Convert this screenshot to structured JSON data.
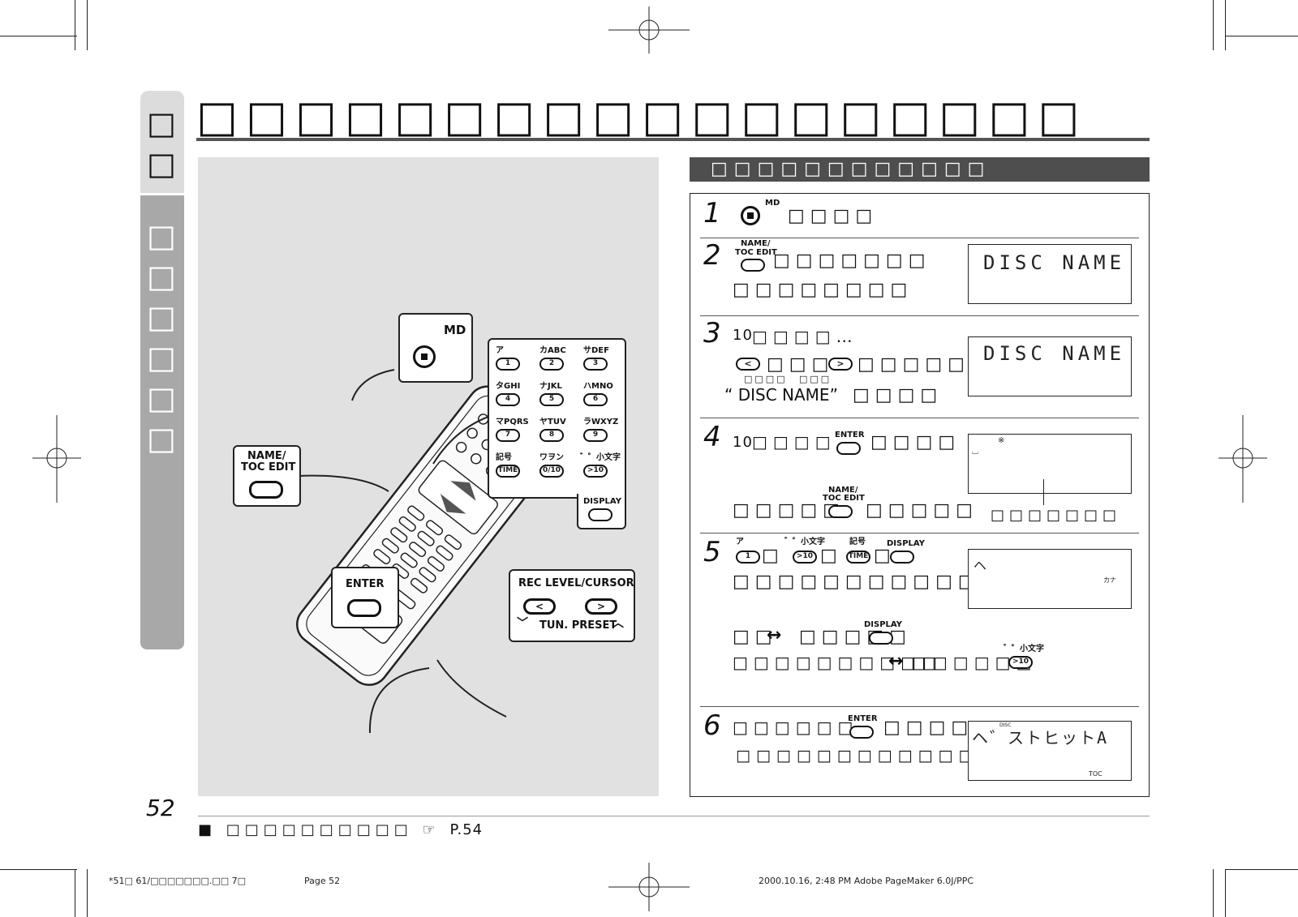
{
  "side_tab": {
    "top_text": "□□",
    "bottom_text": "□□□□□□"
  },
  "title": "□□□□□□□□□□□□□□□□□□",
  "section_heading": "□□□□□□□□□□□□",
  "remote": {
    "md_label": "MD",
    "name_toc_label_1": "NAME/",
    "name_toc_label_2": "TOC EDIT",
    "enter_label": "ENTER",
    "rec_level_label": "REC LEVEL/CURSOR",
    "tun_preset_label": "TUN. PRESET",
    "keypad": [
      {
        "kana": "ア",
        "letters": "",
        "key": "1"
      },
      {
        "kana": "カ",
        "letters": "ABC",
        "key": "2"
      },
      {
        "kana": "サ",
        "letters": "DEF",
        "key": "3"
      },
      {
        "kana": "タ",
        "letters": "GHI",
        "key": "4"
      },
      {
        "kana": "ナ",
        "letters": "JKL",
        "key": "5"
      },
      {
        "kana": "ハ",
        "letters": "MNO",
        "key": "6"
      },
      {
        "kana": "マ",
        "letters": "PQRS",
        "key": "7"
      },
      {
        "kana": "ヤ",
        "letters": "TUV",
        "key": "8"
      },
      {
        "kana": "ラ",
        "letters": "WXYZ",
        "key": "9"
      },
      {
        "kana": "記号",
        "letters": "",
        "key": "TIME"
      },
      {
        "kana": "ワヲン",
        "letters": "",
        "key": "0/10"
      },
      {
        "kana": "゛゜小文字",
        "letters": "",
        "key": ">10"
      }
    ],
    "display_label": "DISPLAY"
  },
  "steps": {
    "s1": {
      "num": "1",
      "btn": "MD",
      "text": "□□□□"
    },
    "s2": {
      "num": "2",
      "btn_l1": "NAME/",
      "btn_l2": "TOC EDIT",
      "text1": "□□□□□□□",
      "text2": "□□□□□□□□",
      "lcd": "DISC NAME"
    },
    "s3": {
      "num": "3",
      "lead": "10",
      "text1": "□□□□…",
      "text2a": "□□□",
      "text2b": "□□□□□",
      "ruby_a": "□□□□",
      "ruby_b": "□□□",
      "text3a": "“ DISC NAME”",
      "text3b": "□□□□",
      "lcd": "DISC NAME"
    },
    "s4": {
      "num": "4",
      "lead": "10",
      "text1": "□□□□…",
      "btn": "ENTER",
      "text2": "□□□□",
      "text3a": "□□□□□",
      "btn2_l1": "NAME/",
      "btn2_l2": "TOC EDIT",
      "text3b": "□□□□□",
      "caption": "□□□□□□□",
      "lcd_icon": "※"
    },
    "s5": {
      "num": "5",
      "lbl_a": "ア",
      "key_a": "1",
      "lbl_b": "゛゜小文字",
      "key_b": ">10",
      "lbl_c": "記号",
      "key_c": "TIME",
      "lbl_d": "DISPLAY",
      "sep_a": "□",
      "sep_b": "□",
      "sep_c": "□",
      "text1": "□□□□□□□□□□□□",
      "lcd_icon": "ヘ",
      "lcd_mode": "カナ",
      "row2a": "□□",
      "row2b": "□□□□□",
      "row2_btn": "DISPLAY",
      "arrow": "↔",
      "row3a": "□□□□□□□□□□",
      "row3b": "□□□□□□",
      "row3_lbl": "゛゜小文字",
      "row3_key": ">10"
    },
    "s6": {
      "num": "6",
      "text1": "□□□□□□…",
      "btn": "ENTER",
      "text2": "□□□□",
      "text3": "□□□□□□□□□□□□",
      "lcd": "ヘ゛ストヒットA",
      "lcd_small": "DISC",
      "lcd_toc": "TOC"
    }
  },
  "page_number": "52",
  "reference": {
    "bullet": "■",
    "text": "□□□□□□□□□□",
    "icon": "☞",
    "page": "P.54"
  },
  "slug": {
    "left": "*51□ 61/□□□□□□□.□□ 7□",
    "page": "Page 52",
    "right": "2000.10.16, 2:48 PM Adobe PageMaker 6.0J/PPC"
  }
}
